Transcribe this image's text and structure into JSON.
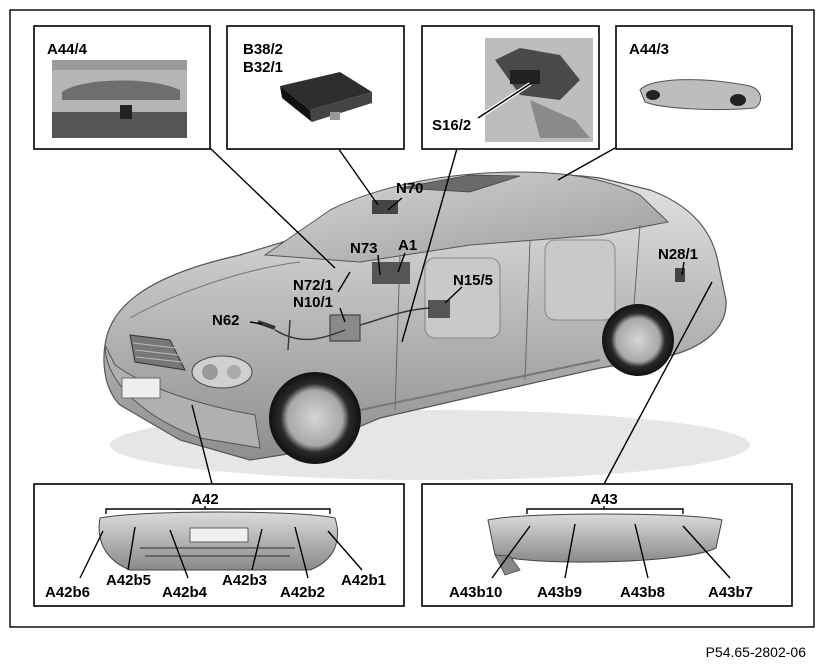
{
  "figure_ref": "P54.65-2802-06",
  "panels": {
    "a44_4": "A44/4",
    "b38_b32": [
      "B38/2",
      "B32/1"
    ],
    "s16_2": "S16/2",
    "a44_3": "A44/3",
    "a42": "A42",
    "a43": "A43"
  },
  "car_labels": [
    "N70",
    "N73",
    "A1",
    "N72/1",
    "N10/1",
    "N62",
    "N15/5",
    "N28/1"
  ],
  "front_bumper_sensors": [
    "A42b6",
    "A42b5",
    "A42b4",
    "A42b3",
    "A42b2",
    "A42b1"
  ],
  "rear_bumper_sensors": [
    "A43b10",
    "A43b9",
    "A43b8",
    "A43b7"
  ]
}
